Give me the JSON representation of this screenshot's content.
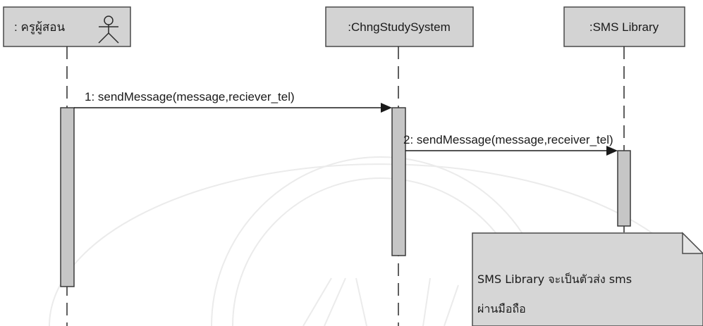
{
  "diagram_type": "UML sequence diagram",
  "participants": [
    {
      "id": "teacher",
      "label": ": ครูผู้สอน",
      "icon": "actor-stick-figure-icon"
    },
    {
      "id": "system",
      "label": ":ChngStudySystem",
      "icon": ""
    },
    {
      "id": "sms",
      "label": ":SMS Library",
      "icon": ""
    }
  ],
  "messages": [
    {
      "label": "1:  sendMessage(message,reciever_tel)",
      "from": "teacher",
      "to": "system"
    },
    {
      "label": "2:  sendMessage(message,receiver_tel)",
      "from": "system",
      "to": "sms"
    }
  ],
  "note": {
    "line1": "SMS Library จะเป็นตัวส่ง sms",
    "line2": "ผ่านมือถือ"
  },
  "colors": {
    "box_fill": "#d3d3d3",
    "activation_fill": "#c6c6c6",
    "note_fill": "#d6d6d6",
    "line": "#1a1a1a",
    "watermark": "#ebebeb"
  }
}
